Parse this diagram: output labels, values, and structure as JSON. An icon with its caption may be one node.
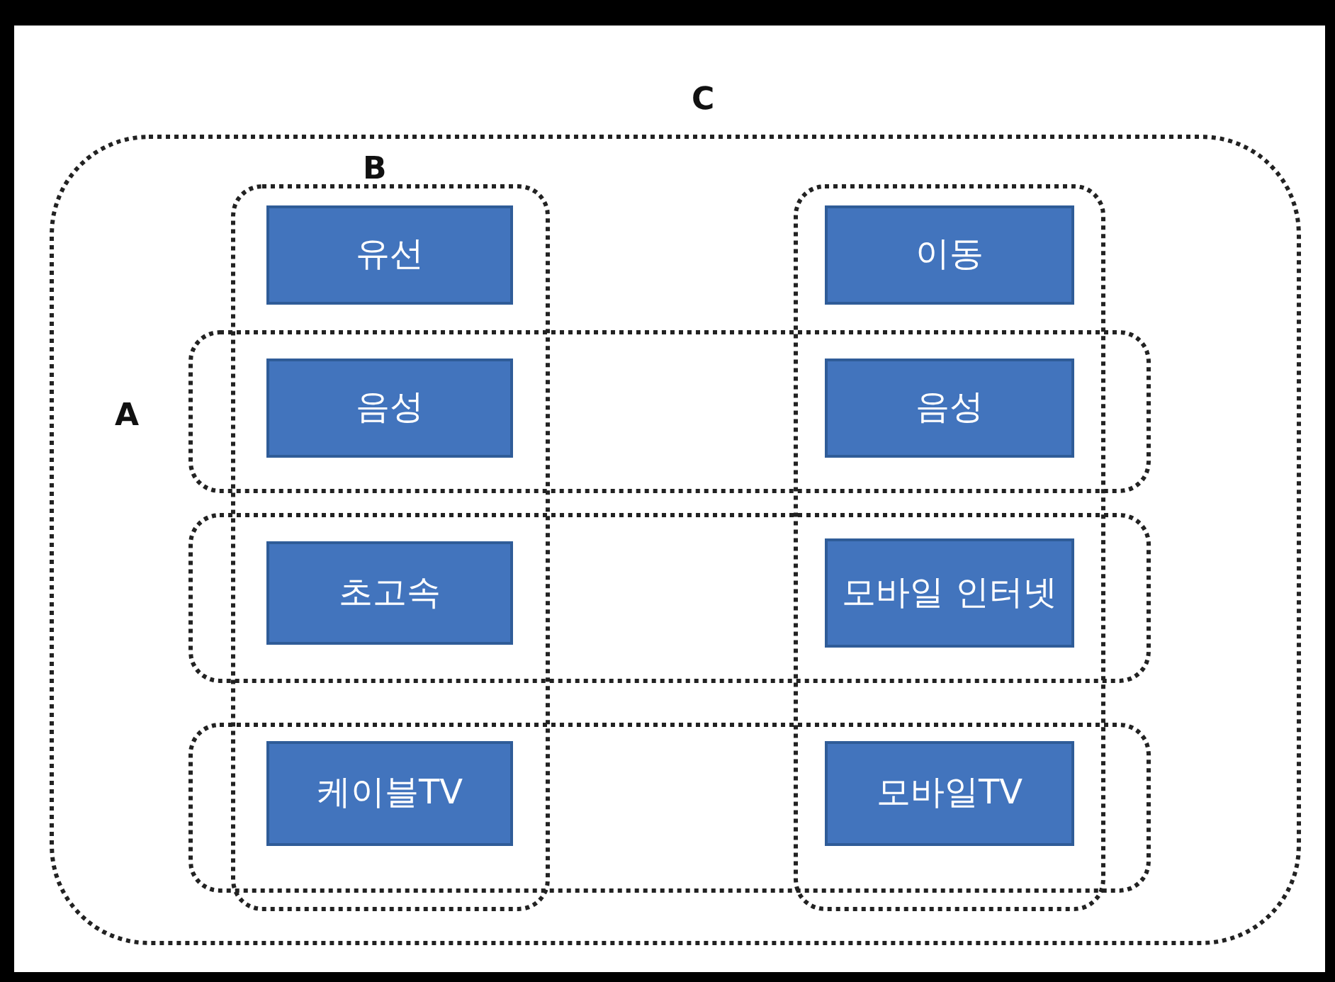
{
  "diagram": {
    "nodes": [
      {
        "text": [
          "C"
        ]
      },
      {
        "text": [
          "B"
        ],
        "in": 0
      },
      {
        "text": [],
        "shape": "box",
        "in": 0
      },
      {
        "text": [
          "A"
        ],
        "in": 0
      },
      {
        "text": [],
        "shape": "box",
        "in": 0
      },
      {
        "text": [],
        "shape": "box",
        "in": 0
      },
      {
        "text": [
          "유선"
        ],
        "in": 1
      },
      {
        "text": [
          "이동"
        ],
        "in": 2
      },
      {
        "text": [
          "음성"
        ]
      },
      {
        "text": [
          "음성"
        ]
      },
      {
        "text": [
          "초고속"
        ]
      },
      {
        "text": [
          "모바일 인터넷"
        ]
      },
      {
        "text": [
          "케이블TV"
        ]
      },
      {
        "text": [
          "모바일TV"
        ]
      }
    ],
    "edges": []
  }
}
